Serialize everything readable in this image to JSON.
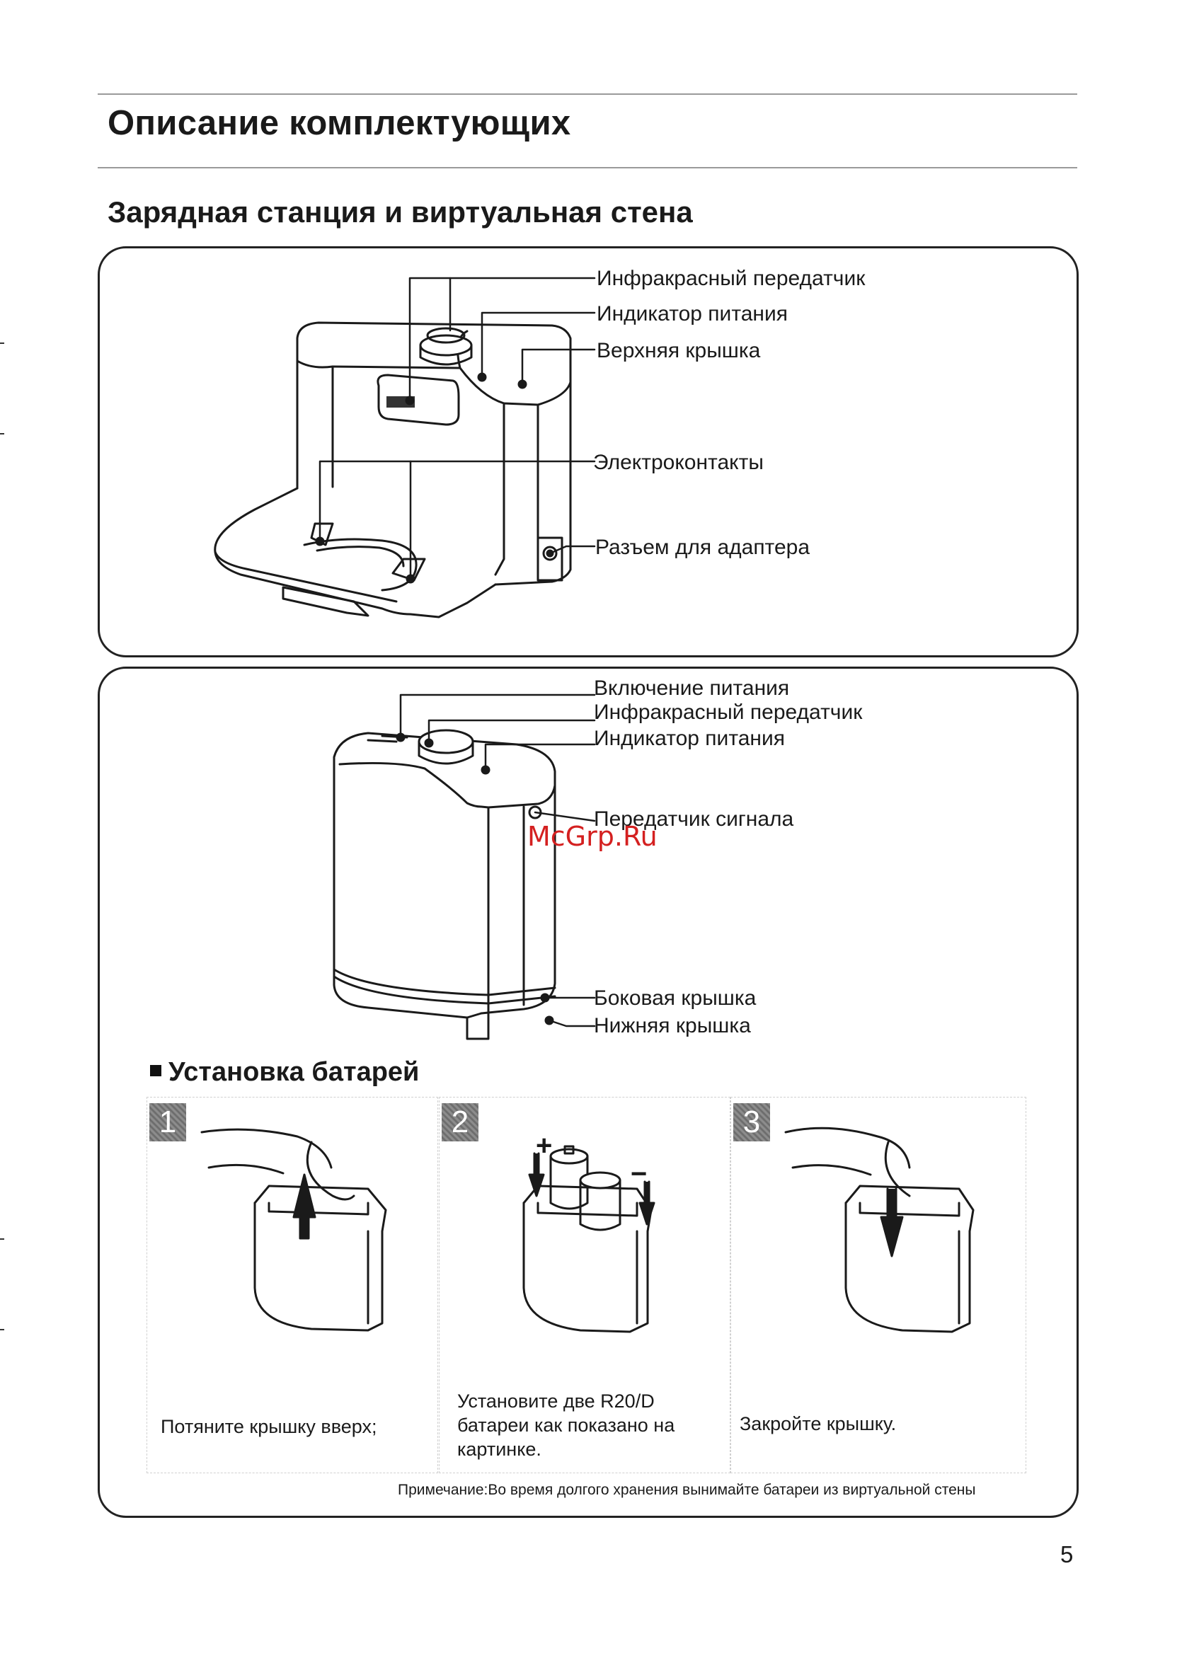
{
  "page": {
    "title": "Описание комплектующих",
    "section_title": "Зарядная станция и виртуальная стена",
    "page_number": "5"
  },
  "charging_station": {
    "labels": {
      "ir_transmitter": "Инфракрасный передатчик",
      "power_indicator": "Индикатор питания",
      "top_cover": "Верхняя крышка",
      "contacts": "Электроконтакты",
      "adapter_jack": "Разъем для адаптера"
    }
  },
  "virtual_wall": {
    "labels": {
      "power_on": "Включение питания",
      "ir_transmitter": "Инфракрасный передатчик",
      "power_indicator": "Индикатор питания",
      "signal_transmitter": "Передатчик сигнала",
      "side_cover": "Боковая крышка",
      "bottom_cover": "Нижняя крышка"
    }
  },
  "watermark": "McGrp.Ru",
  "battery_install": {
    "title": "Установка батарей",
    "steps": [
      {
        "number": "1",
        "text": "Потяните крышку вверх;"
      },
      {
        "number": "2",
        "text_lines": [
          "Установите две R20/D",
          "батареи как показано на",
          "картинке."
        ],
        "plus": "+",
        "minus": "−"
      },
      {
        "number": "3",
        "text": "Закройте крышку."
      }
    ],
    "note": "Примечание:Во время долгого хранения вынимайте батареи из виртуальной стены"
  }
}
